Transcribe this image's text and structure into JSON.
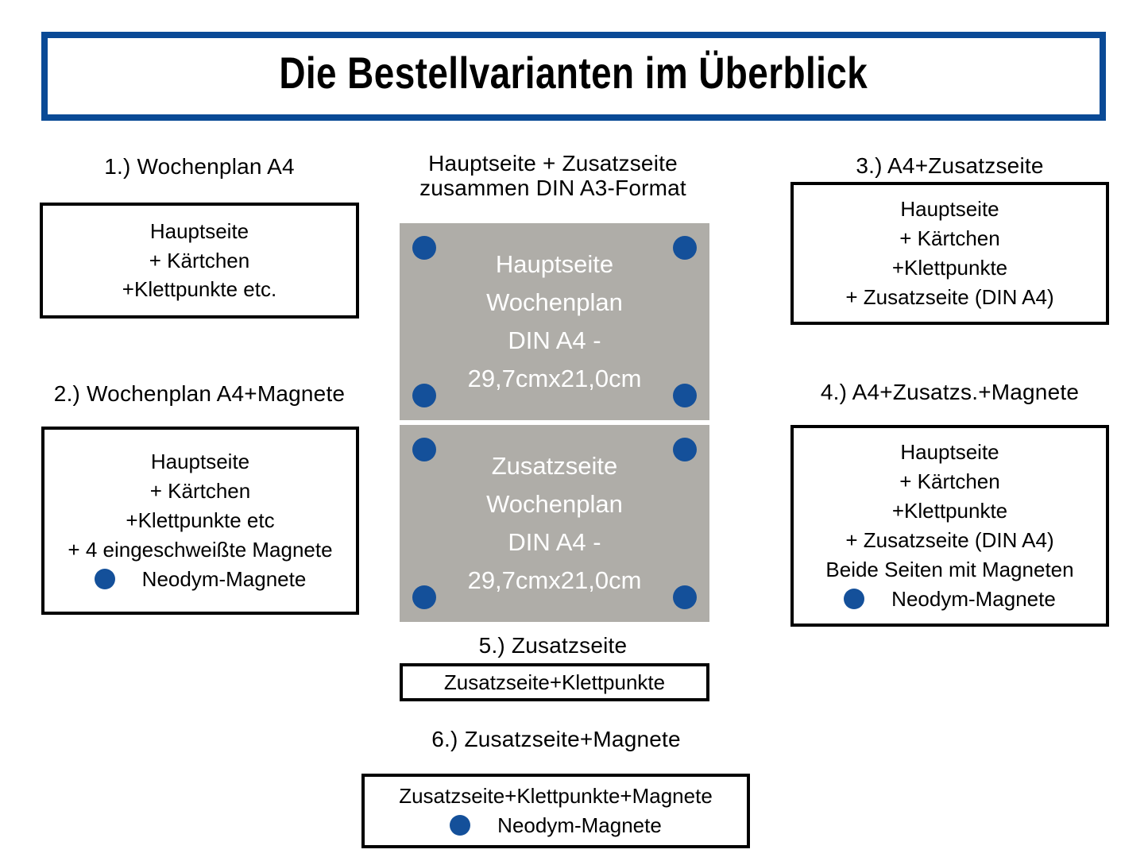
{
  "title": {
    "text": "Die Bestellvarianten im Überblick",
    "border_color": "#0a4a96"
  },
  "colors": {
    "accent_blue": "#14509a",
    "title_border_blue": "#0a4a96",
    "page_gray": "#afada8",
    "box_border": "#000000"
  },
  "options": [
    {
      "caption": "1.) Wochenplan A4",
      "lines": [
        "Hauptseite",
        "+ Kärtchen",
        "+Klettpunkte etc."
      ],
      "legend": null
    },
    {
      "caption": "2.) Wochenplan A4+Magnete",
      "lines": [
        "Hauptseite",
        "+ Kärtchen",
        "+Klettpunkte etc",
        "+ 4 eingeschweißte Magnete"
      ],
      "legend": "Neodym-Magnete"
    },
    {
      "caption": "3.)  A4+Zusatzseite",
      "lines": [
        "Hauptseite",
        "+ Kärtchen",
        "+Klettpunkte",
        "+ Zusatzseite (DIN A4)"
      ],
      "legend": null
    },
    {
      "caption": "4.) A4+Zusatzs.+Magnete",
      "lines": [
        "Hauptseite",
        "+ Kärtchen",
        "+Klettpunkte",
        "+ Zusatzseite (DIN A4)",
        "Beide Seiten mit Magneten"
      ],
      "legend": "Neodym-Magnete"
    },
    {
      "caption": "5.) Zusatzseite",
      "lines": [
        "Zusatzseite+Klettpunkte"
      ],
      "legend": null
    },
    {
      "caption": "6.) Zusatzseite+Magnete",
      "lines": [
        "Zusatzseite+Klettpunkte+Magnete"
      ],
      "legend": "Neodym-Magnete"
    }
  ],
  "center": {
    "heading_line_1": "Hauptseite + Zusatzseite",
    "heading_line_2": "zusammen DIN A3-Format",
    "pages": [
      {
        "name": "main-page",
        "lines": [
          "Hauptseite",
          "Wochenplan",
          "DIN A4 -",
          "29,7cmx21,0cm"
        ]
      },
      {
        "name": "extra-page",
        "lines": [
          "Zusatzseite",
          "Wochenplan",
          "DIN A4 -",
          "29,7cmx21,0cm"
        ]
      }
    ]
  }
}
